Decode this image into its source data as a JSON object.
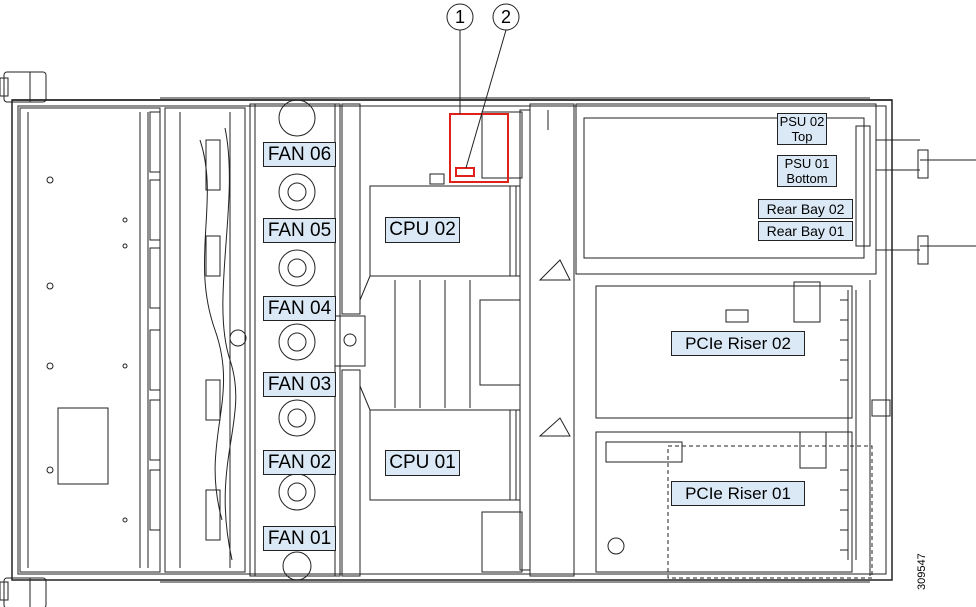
{
  "fans": [
    "FAN 06",
    "FAN 05",
    "FAN 04",
    "FAN 03",
    "FAN 02",
    "FAN 01"
  ],
  "cpus": [
    "CPU 02",
    "CPU 01"
  ],
  "psu": [
    {
      "line1": "PSU 02",
      "line2": "Top"
    },
    {
      "line1": "PSU 01",
      "line2": "Bottom"
    }
  ],
  "rear_bays": [
    "Rear Bay 02",
    "Rear Bay 01"
  ],
  "risers": [
    "PCIe Riser 02",
    "PCIe Riser 01"
  ],
  "callouts": [
    "1",
    "2"
  ],
  "figure_id": "309547",
  "colors": {
    "label_fill": "#dbe9f6",
    "highlight": "#e0201b",
    "line": "#222222"
  }
}
